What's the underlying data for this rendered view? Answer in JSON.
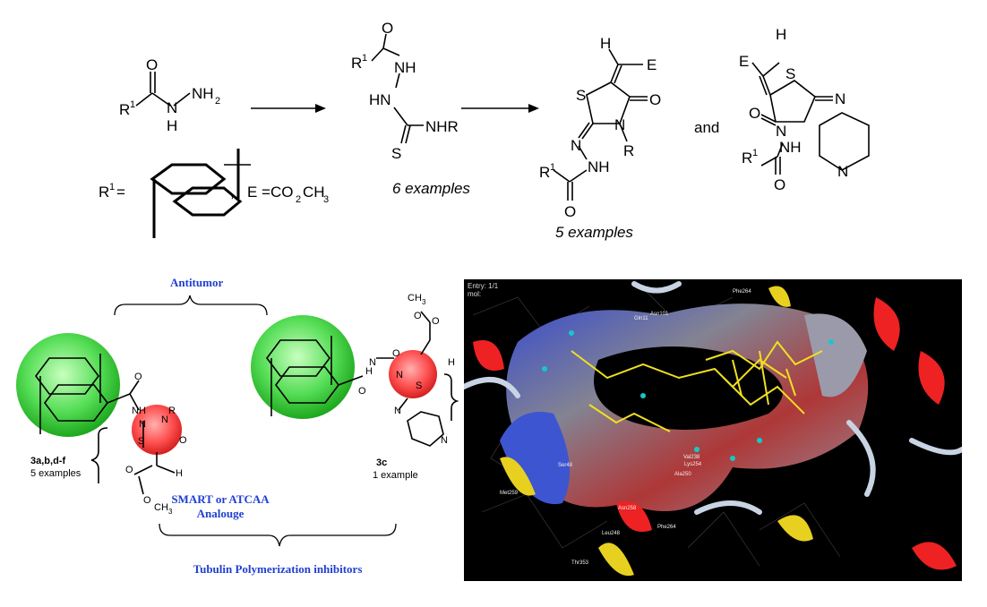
{
  "scheme": {
    "hydrazide": {
      "o": "O",
      "r1": "R",
      "r1_sup": "1",
      "nh2": "NH",
      "nh2_sub": "2",
      "nh": "N",
      "h": "H"
    },
    "r1_def": {
      "lhs": "R",
      "sup": "1",
      "eq": " =",
      "comma": ",",
      "e_def": "E =CO",
      "e_sub2": "2",
      "e_ch": "CH",
      "e_sub3": "3"
    },
    "thiosemicarbazide": {
      "r1": "R",
      "r1_sup": "1",
      "o": "O",
      "nh_top": "NH",
      "hn": "HN",
      "nhr": "NHR",
      "s": "S",
      "caption": "6 examples"
    },
    "product_a": {
      "h": "H",
      "e": "E",
      "s": "S",
      "o": "O",
      "n_ring": "N",
      "r": "R",
      "n_exo": "N",
      "nh": "NH",
      "r1": "R",
      "r1_sup": "1",
      "o_acyl": "O"
    },
    "and_label": "and",
    "product_b": {
      "h": "H",
      "e": "E",
      "s": "S",
      "o": "O",
      "n_ring": "N",
      "n_exo": "N",
      "nh": "NH",
      "r1": "R",
      "r1_sup": "1",
      "o_acyl": "O",
      "n_pyr": "N"
    },
    "caption_products": "5 examples"
  },
  "summary": {
    "antitumor": "Antitumor",
    "smart_line1": "SMART or ATCAA",
    "smart_line2": "Analouge",
    "tubulin": "Tubulin Polymerization inhibitors",
    "left_cmpd": {
      "id": "3a,b,d-f",
      "count": "5 examples",
      "o1": "O",
      "nh": "NH",
      "n1": "N",
      "n2": "N",
      "r": "R",
      "s": "S",
      "o2": "O",
      "h": "H",
      "o3": "O",
      "o4": "O",
      "ch3": "CH",
      "ch3_sub": "3"
    },
    "right_cmpd": {
      "id": "3c",
      "count": "1 example",
      "o1": "O",
      "ch3": "CH",
      "ch3_sub": "3",
      "o2": "O",
      "h": "H",
      "n1": "N",
      "n2": "N",
      "s": "S",
      "o3": "O",
      "o4": "O",
      "n3": "N",
      "n_pyr": "N",
      "hn": "H"
    }
  },
  "docking": {
    "header_line1": "Entry: 1/1",
    "header_line2": "mol:",
    "residues": [
      "Phe264",
      "Ser48",
      "Val238",
      "Ala250",
      "Asn258",
      "Met259",
      "Thr353",
      "Leu248",
      "Lys254",
      "Gln11",
      "Phe264",
      "Asn101"
    ]
  }
}
